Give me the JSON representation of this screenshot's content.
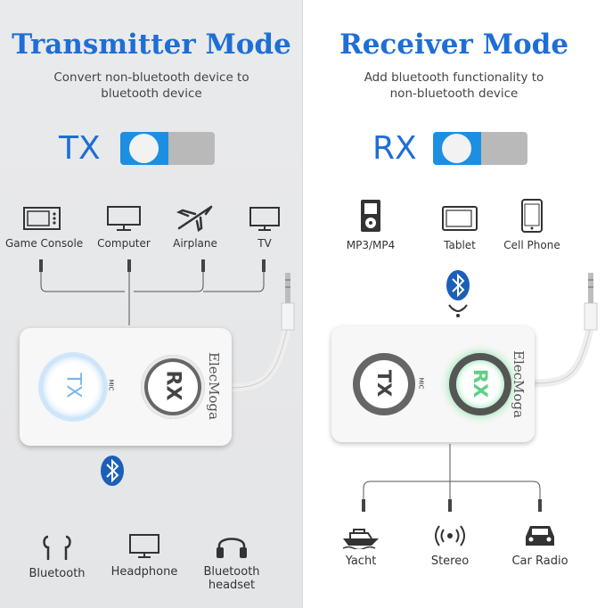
{
  "left": {
    "title": "Transmitter Mode",
    "subtitle_line1": "Convert non-bluetooth device to",
    "subtitle_line2": "bluetooth device",
    "mode_label": "TX",
    "sources": [
      "Game Console",
      "Computer",
      "Airplane",
      "TV"
    ],
    "device_buttons": {
      "tx": "TX",
      "rx": "RX"
    },
    "brand": "ElecMoga",
    "mic_label": "MIC",
    "outputs": [
      {
        "label": "Bluetooth"
      },
      {
        "label": "Headphone"
      },
      {
        "label_line1": "Bluetooth",
        "label_line2": "headset"
      }
    ]
  },
  "right": {
    "title": "Receiver Mode",
    "subtitle_line1": "Add bluetooth functionality to",
    "subtitle_line2": "non-bluetooth device",
    "mode_label": "RX",
    "sources": [
      "MP3/MP4",
      "Tablet",
      "Cell Phone"
    ],
    "device_buttons": {
      "tx": "TX",
      "rx": "RX"
    },
    "brand": "ElecMoga",
    "mic_label": "MIC",
    "outputs": [
      "Yacht",
      "Stereo",
      "Car Radio"
    ]
  },
  "colors": {
    "title_blue": "#1f6ed6",
    "toggle_blue": "#1d8fe0",
    "toggle_gray": "#b9b9ba",
    "tx_glow": "#8fc4f0",
    "rx_glow": "#7fe0a0",
    "bluetooth_blue": "#1c5fb8"
  },
  "icons": [
    "game-console-icon",
    "computer-icon",
    "airplane-icon",
    "tv-icon",
    "mp3-player-icon",
    "tablet-icon",
    "cell-phone-icon",
    "bluetooth-icon",
    "earbuds-icon",
    "monitor-icon",
    "headset-icon",
    "yacht-icon",
    "stereo-icon",
    "car-radio-icon",
    "audio-jack-icon"
  ]
}
